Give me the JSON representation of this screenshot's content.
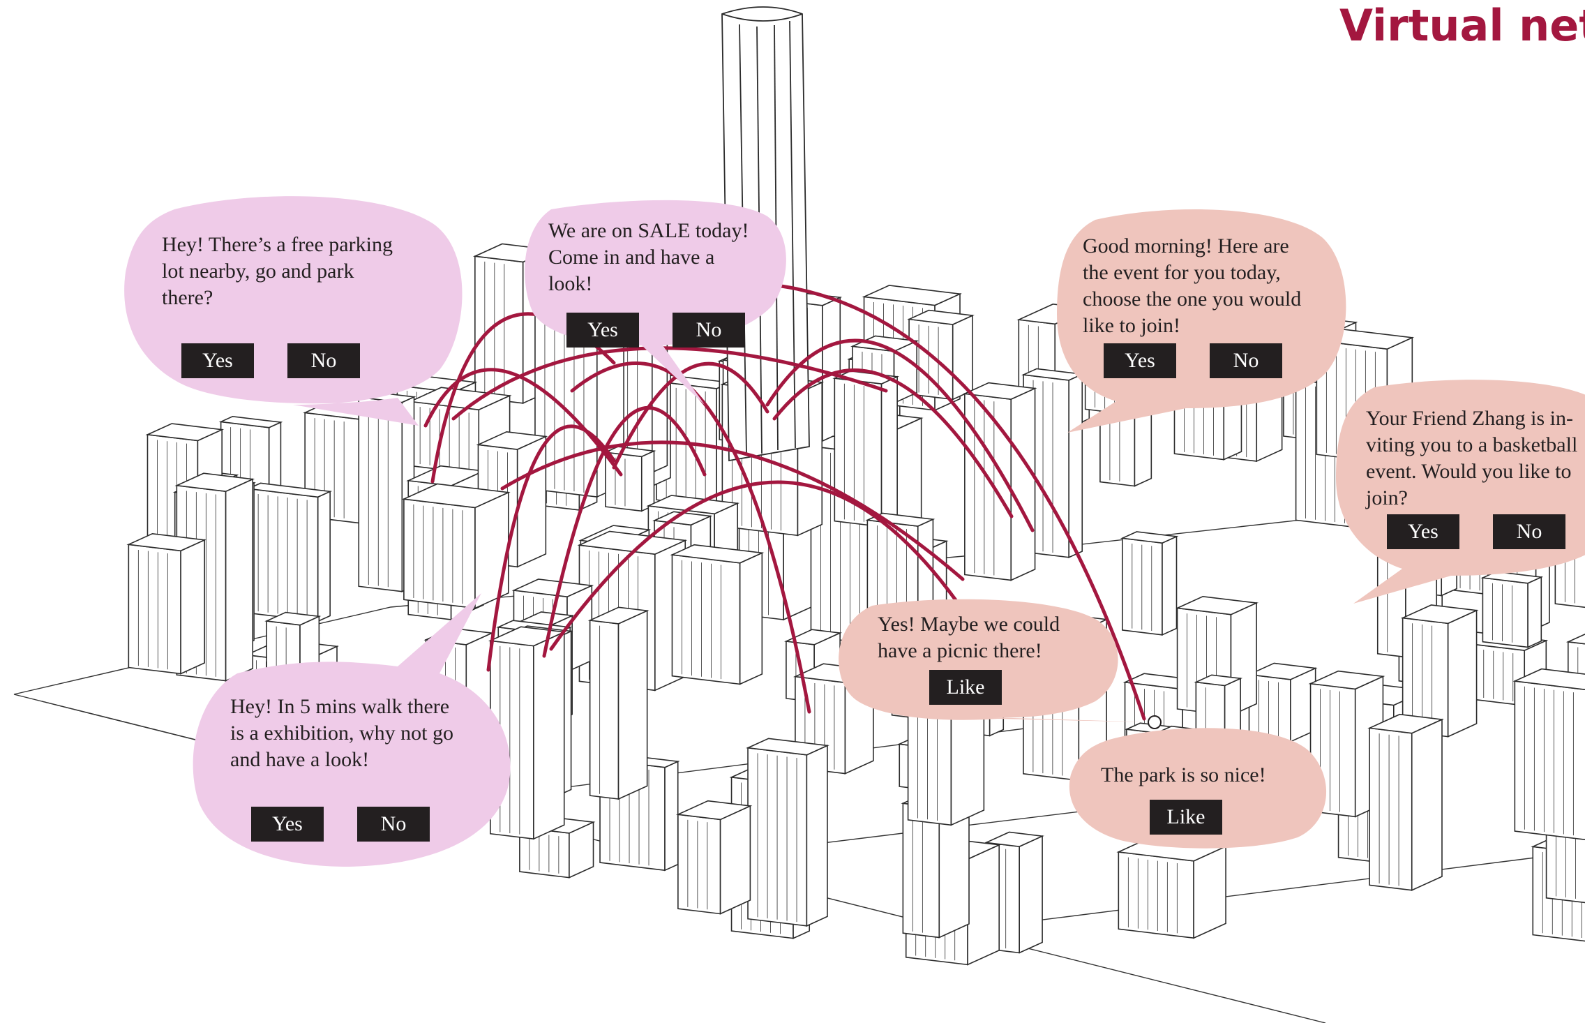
{
  "title": "Virtual netw",
  "colors": {
    "accent": "#a3173f",
    "bubble_pink": "#efcbe8",
    "bubble_peach": "#efc5bd",
    "button": "#231f20"
  },
  "bubbles": [
    {
      "text": "Hey! There’s a free parking\nlot nearby, go and park\nthere?",
      "buttons": [
        "Yes",
        "No"
      ]
    },
    {
      "text": "We are on SALE today!\nCome in and have a\nlook!",
      "buttons": [
        "Yes",
        "No"
      ]
    },
    {
      "text": "Good morning! Here are\nthe event for you today,\nchoose the one you would\nlike to join!",
      "buttons": [
        "Yes",
        "No"
      ]
    },
    {
      "text": "Your Friend Zhang is in-\nviting you to a basketball\nevent. Would you like to\njoin?",
      "buttons": [
        "Yes",
        "No"
      ]
    },
    {
      "text": "Yes! Maybe we could\nhave a picnic there!",
      "buttons": [
        "Like"
      ]
    },
    {
      "text": "The park is so nice!",
      "buttons": [
        "Like"
      ]
    },
    {
      "text": "Hey! In 5 mins walk there\nis a exhibition, why not go\nand have a look!",
      "buttons": [
        "Yes",
        "No"
      ]
    }
  ]
}
